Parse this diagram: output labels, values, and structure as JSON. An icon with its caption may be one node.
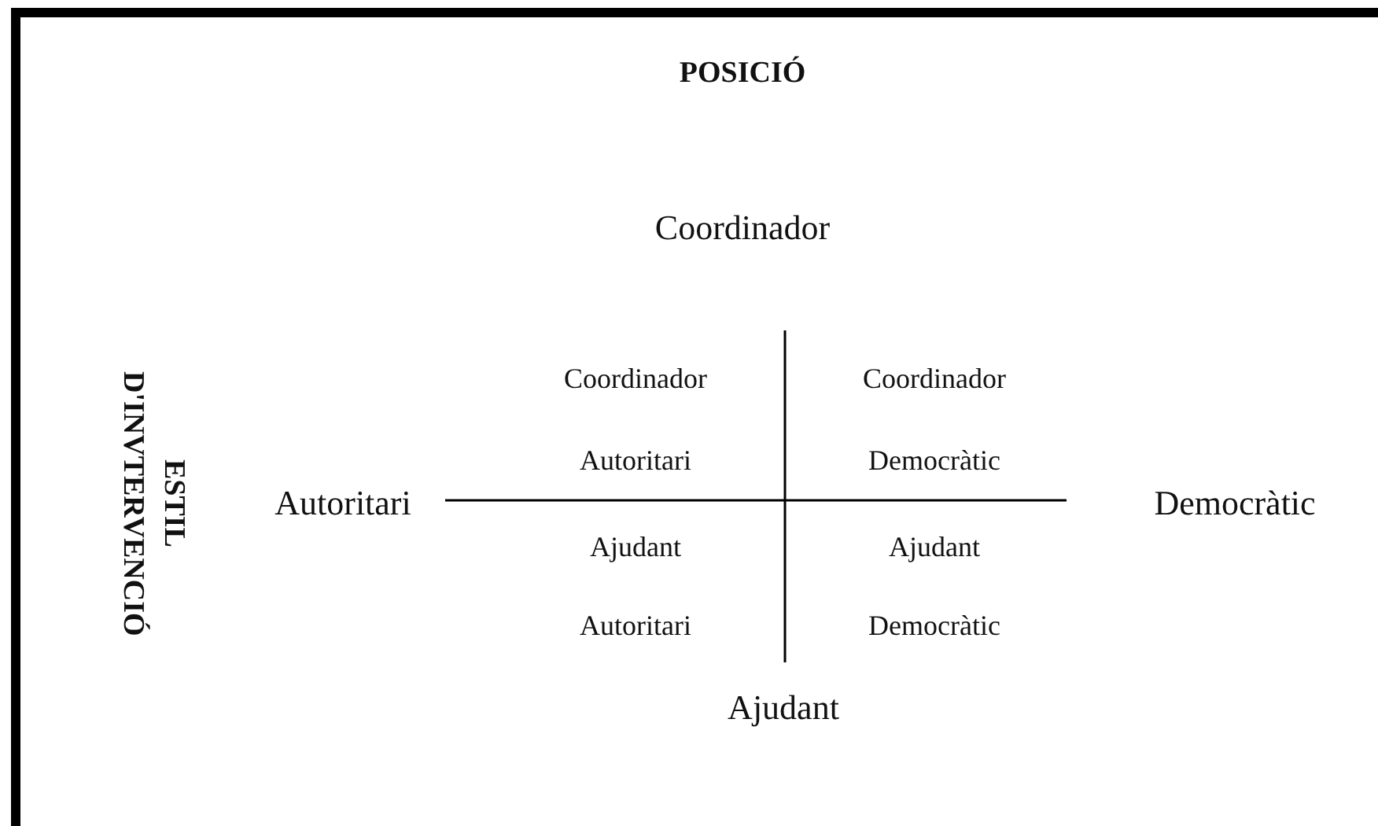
{
  "diagram": {
    "title": "POSICIÓ",
    "labels": [
      "ESTIL D'INVTERVENCIÓ",
      "Coordinador",
      "Coordinador",
      "Coordinador",
      "Autoritari",
      "Democràtic",
      "Autoritari",
      "Democràtic",
      "Ajudant",
      "Ajudant",
      "Autoritari",
      "Democràtic",
      "Ajudant"
    ]
  }
}
